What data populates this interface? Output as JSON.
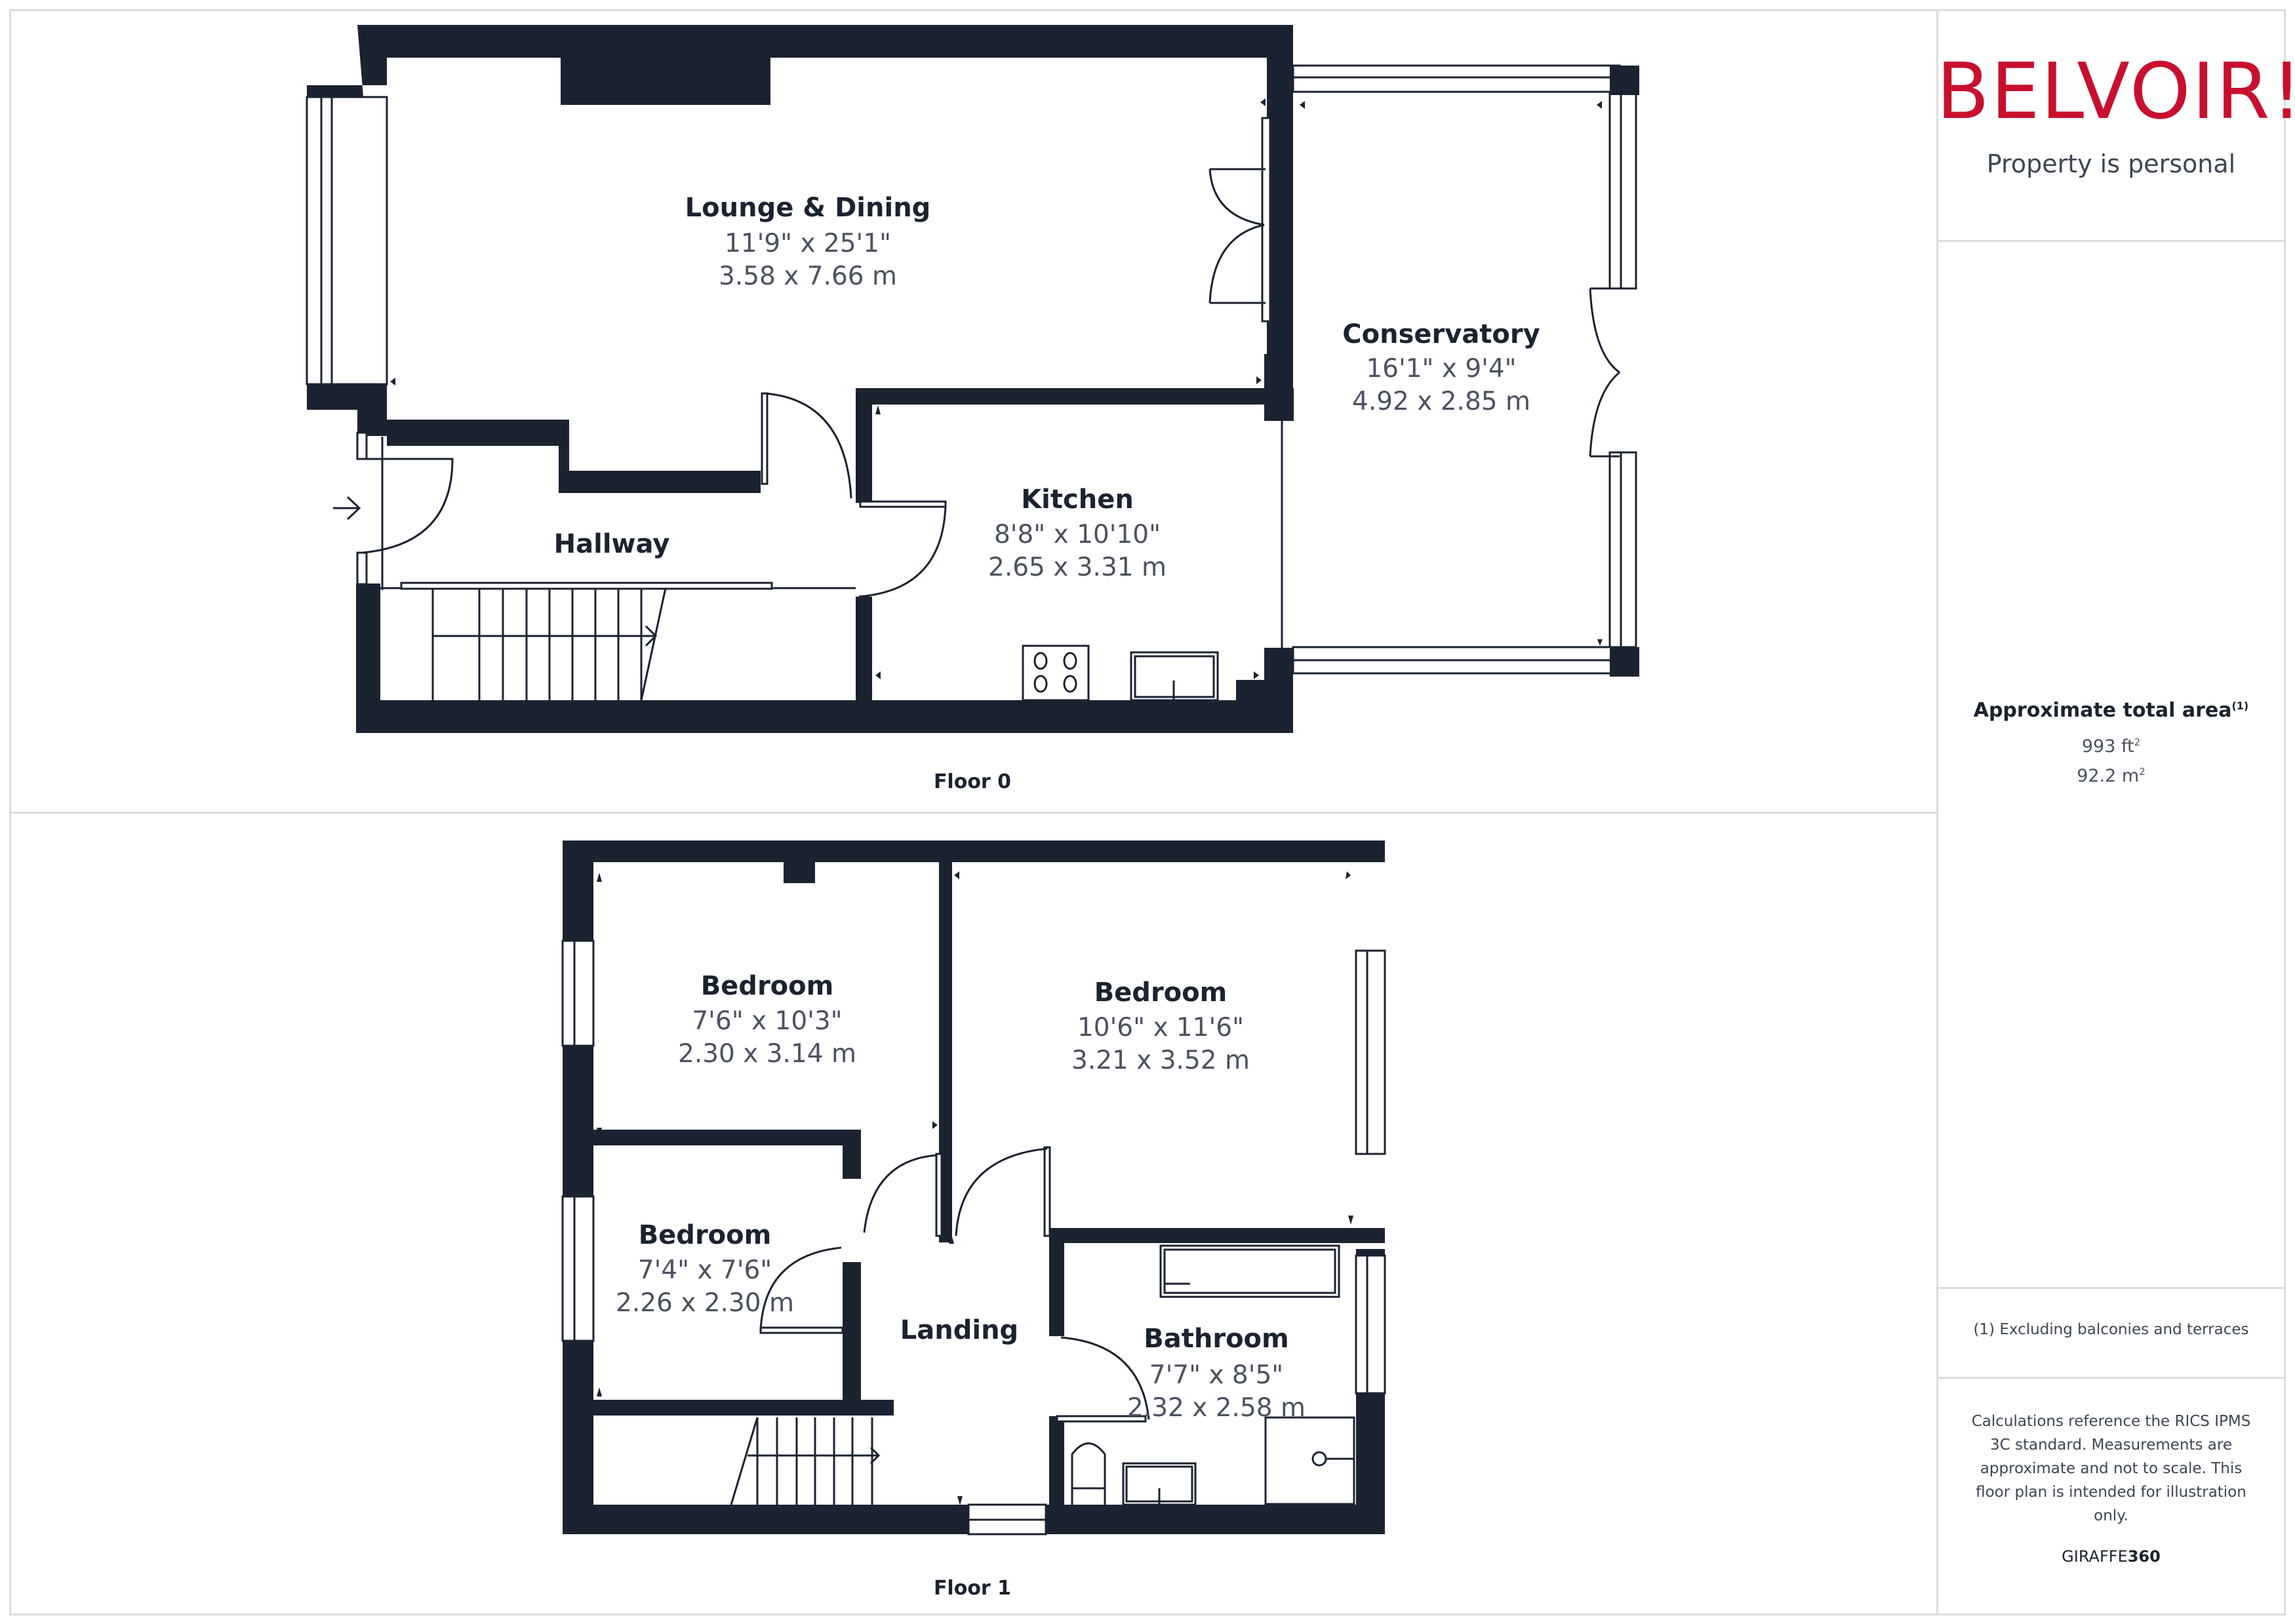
{
  "brand": {
    "logo_text": "BELVOIR!",
    "tagline": "Property is personal",
    "logo_color": "#c8102e"
  },
  "floors": [
    {
      "label": "Floor 0",
      "rooms": [
        {
          "name": "Lounge & Dining",
          "imperial": "11'9\" x 25'1\"",
          "metric": "3.58 x 7.66 m"
        },
        {
          "name": "Conservatory",
          "imperial": "16'1\" x 9'4\"",
          "metric": "4.92 x 2.85 m"
        },
        {
          "name": "Kitchen",
          "imperial": "8'8\" x 10'10\"",
          "metric": "2.65 x 3.31 m"
        },
        {
          "name": "Hallway",
          "imperial": "",
          "metric": ""
        }
      ]
    },
    {
      "label": "Floor 1",
      "rooms": [
        {
          "name": "Bedroom",
          "imperial": "7'6\" x 10'3\"",
          "metric": "2.30 x 3.14 m"
        },
        {
          "name": "Bedroom",
          "imperial": "10'6\" x 11'6\"",
          "metric": "3.21 x 3.52 m"
        },
        {
          "name": "Bedroom",
          "imperial": "7'4\" x 7'6\"",
          "metric": "2.26 x 2.30 m"
        },
        {
          "name": "Landing",
          "imperial": "",
          "metric": ""
        },
        {
          "name": "Bathroom",
          "imperial": "7'7\" x 8'5\"",
          "metric": "2.32 x 2.58 m"
        }
      ]
    }
  ],
  "area": {
    "title": "Approximate total area",
    "footnote_marker": "(1)",
    "imperial_value": "993 ft",
    "imperial_unit_sup": "2",
    "metric_value": "92.2 m",
    "metric_unit_sup": "2"
  },
  "footnote": "(1) Excluding balconies and terraces",
  "disclaimer": "Calculations reference the RICS IPMS 3C standard. Measurements are approximate and not to scale. This floor plan is intended for illustration only.",
  "credit": {
    "prefix": "GIRAFFE",
    "suffix": "360"
  },
  "colors": {
    "wall": "#1b2330",
    "divider": "#dcdcdc",
    "dimension_text": "#4a5260"
  }
}
